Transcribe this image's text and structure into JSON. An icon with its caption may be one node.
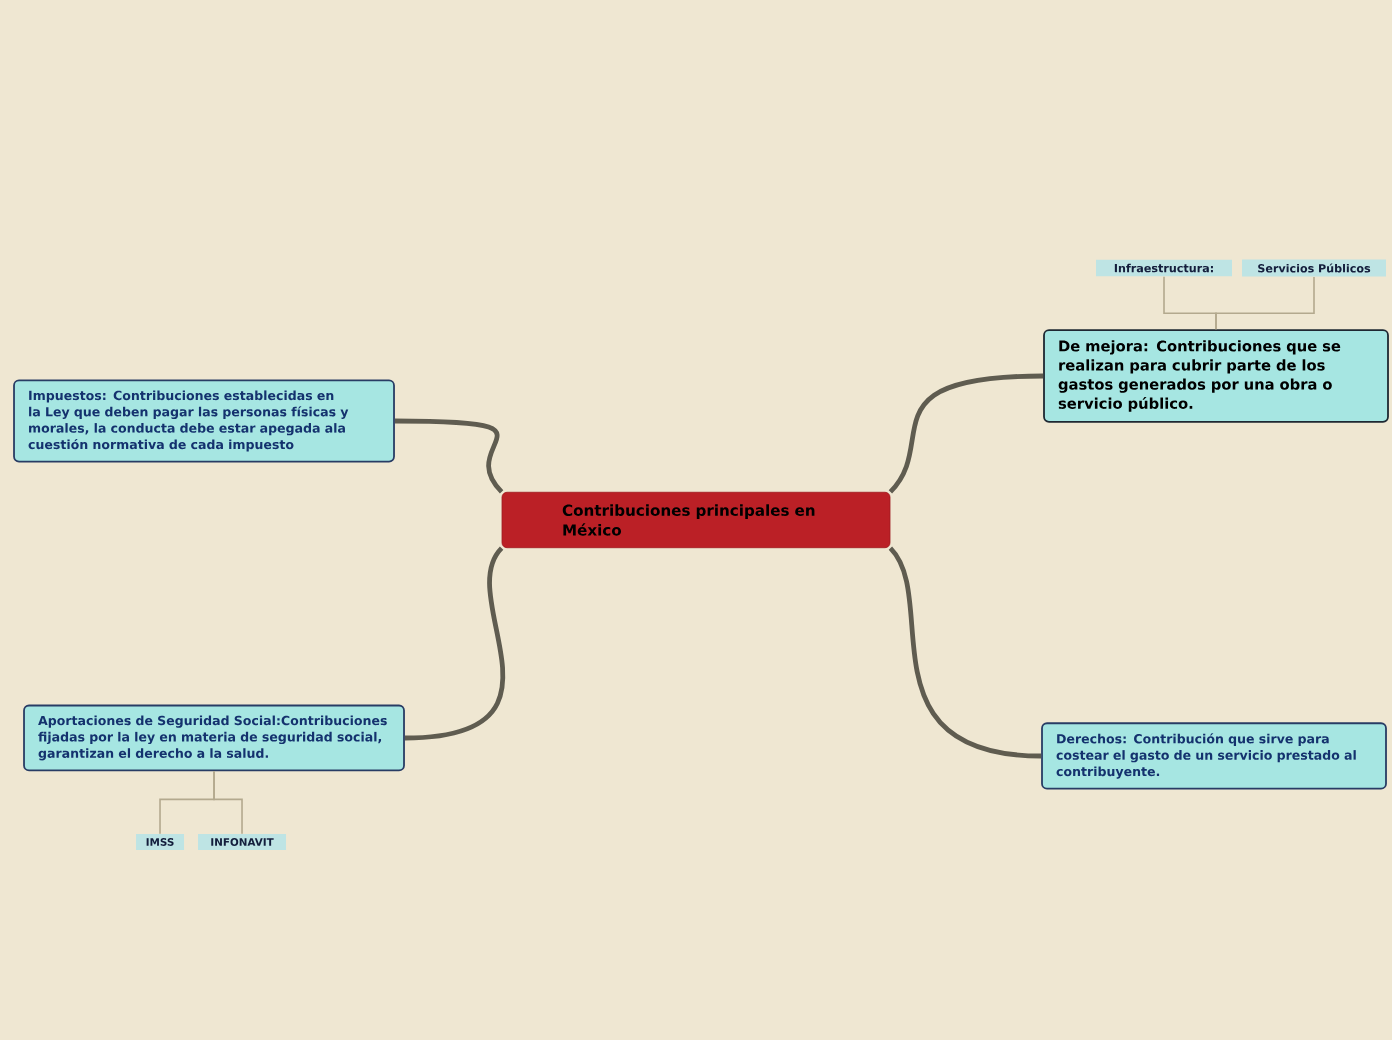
{
  "diagram": {
    "nodes": [
      {
        "text": [
          "Contribuciones principales en México"
        ]
      },
      {
        "text": [
          "Impuestos: Contribuciones establecidas en la Ley que deben pagar las personas físicas y morales, la conducta debe estar apegada ala cuestión normativa de cada impuesto"
        ]
      },
      {
        "text": [
          "Aportaciones de Seguridad Social:Contribuciones fijadas por la ley en materia de seguridad social, garantizan el derecho a la salud."
        ]
      },
      {
        "text": [
          "De mejora: Contribuciones que se realizan para cubrir parte de los gastos generados por una obra o servicio público."
        ]
      },
      {
        "text": [
          "Infraestructura:"
        ]
      },
      {
        "text": [
          "Servicios Públicos"
        ]
      },
      {
        "text": [
          "Derechos: Contribución que sirve para costear el gasto de un servicio prestado al contribuyente."
        ]
      },
      {
        "text": [
          "IMSS"
        ]
      },
      {
        "text": [
          "INFONAVIT"
        ]
      }
    ],
    "edges": [
      {
        "from": 0,
        "to": 1,
        "arrow": "none",
        "style": "thick"
      },
      {
        "from": 0,
        "to": 2,
        "arrow": "none",
        "style": "thick"
      },
      {
        "from": 0,
        "to": 3,
        "arrow": "none",
        "style": "thick"
      },
      {
        "from": 0,
        "to": 6,
        "arrow": "none",
        "style": "thick"
      },
      {
        "from": 3,
        "to": 4,
        "arrow": "none",
        "color": "#b3a98e"
      },
      {
        "from": 3,
        "to": 5,
        "arrow": "none",
        "color": "#b3a98e"
      },
      {
        "from": 2,
        "to": 7,
        "arrow": "none",
        "color": "#b3a98e"
      },
      {
        "from": 2,
        "to": 8,
        "arrow": "none",
        "color": "#b3a98e"
      }
    ]
  }
}
